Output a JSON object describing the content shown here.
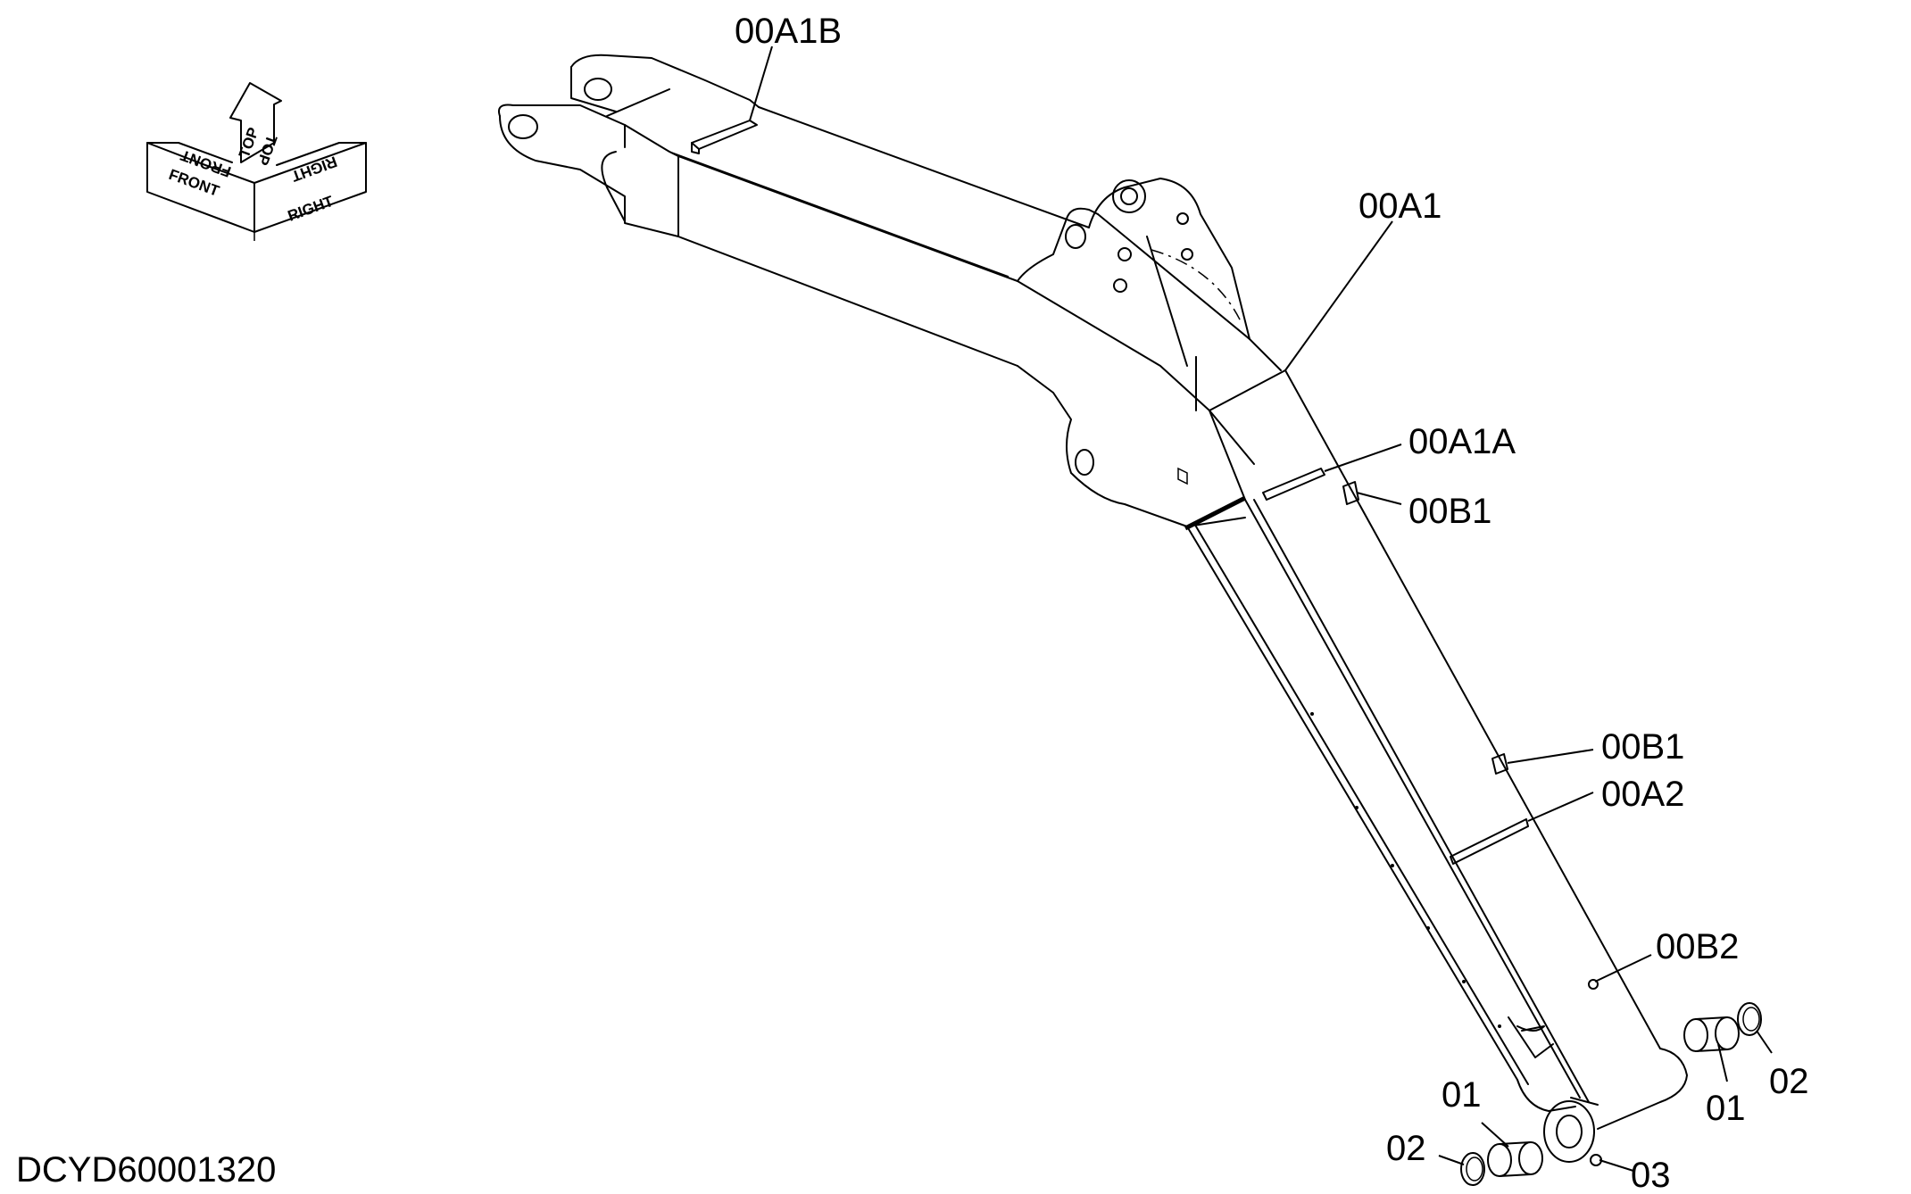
{
  "diagram": {
    "doc_id": "DCYD60001320",
    "orientation": {
      "front": "FRONT",
      "top": "TOP",
      "right": "RIGHT"
    },
    "callouts": {
      "c00A1B": "00A1B",
      "c00A1": "00A1",
      "c00A1A": "00A1A",
      "c00B1_upper": "00B1",
      "c00B1_lower": "00B1",
      "c00A2": "00A2",
      "c00B2": "00B2",
      "c01_left": "01",
      "c01_right": "01",
      "c02_left": "02",
      "c02_right": "02",
      "c03": "03"
    }
  }
}
